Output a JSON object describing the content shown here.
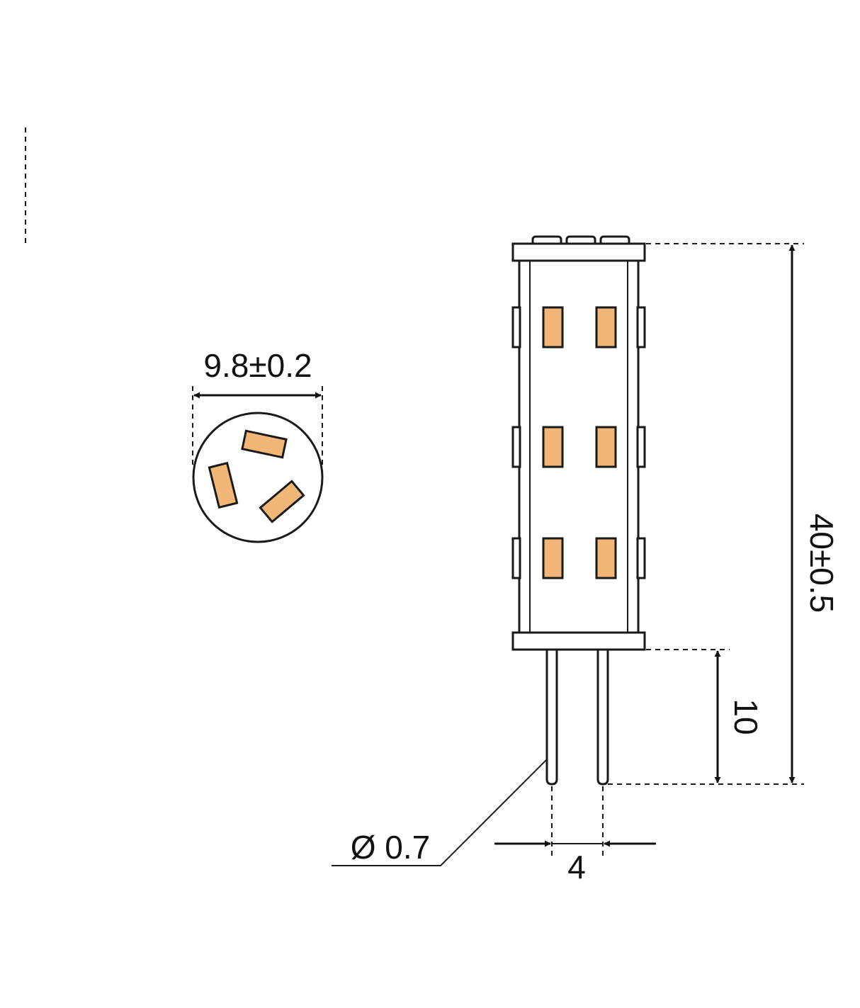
{
  "dimensions": {
    "diameter": "9.8±0.2",
    "total_length": "40±0.5",
    "pin_length": "10",
    "pin_spacing": "4",
    "pin_diameter": "Ø 0.7"
  },
  "colors": {
    "led_fill": "#f2b777",
    "line": "#1a1a1a",
    "background": "#ffffff"
  }
}
